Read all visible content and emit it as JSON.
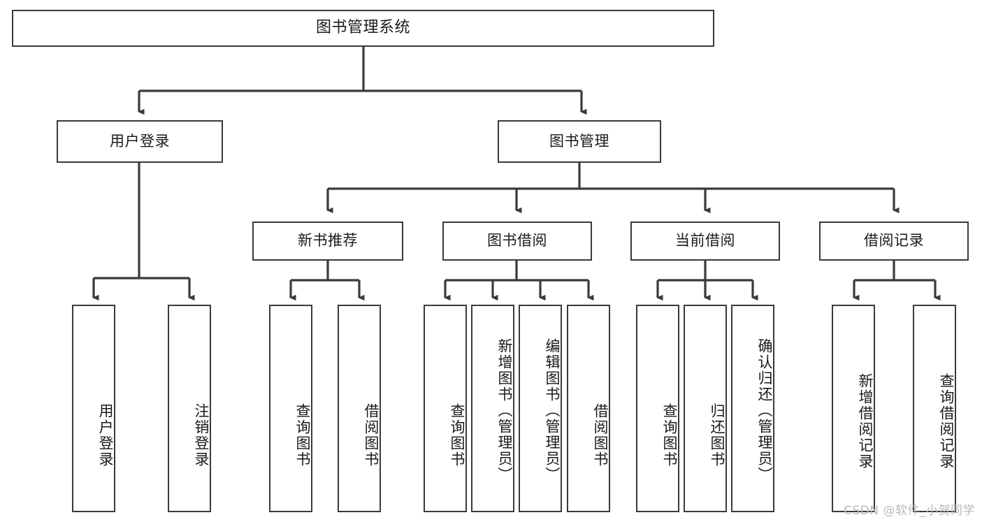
{
  "diagram": {
    "title": "图书管理系统",
    "type": "tree-hierarchy",
    "watermark": "CSDN @软件_小贺同学",
    "colors": {
      "background": "#ffffff",
      "box_border": "#3a3a3a",
      "box_fill": "#ffffff",
      "edge": "#3a3a3a",
      "text": "#1a1a1a",
      "watermark": "#b9b9b9"
    },
    "root": {
      "label": "图书管理系统"
    },
    "level2": [
      {
        "label": "用户登录"
      },
      {
        "label": "图书管理"
      }
    ],
    "level3": [
      {
        "label": "新书推荐"
      },
      {
        "label": "图书借阅"
      },
      {
        "label": "当前借阅"
      },
      {
        "label": "借阅记录"
      }
    ],
    "leaves": {
      "user_login": [
        {
          "label": "用户登录"
        },
        {
          "label": "注销登录"
        }
      ],
      "new_book_recommend": [
        {
          "label": "查询图书"
        },
        {
          "label": "借阅图书"
        }
      ],
      "book_borrow": [
        {
          "label": "查询图书"
        },
        {
          "label": "新增图书（管理员）"
        },
        {
          "label": "编辑图书（管理员）"
        },
        {
          "label": "借阅图书"
        }
      ],
      "current_borrow": [
        {
          "label": "查询图书"
        },
        {
          "label": "归还图书"
        },
        {
          "label": "确认归还（管理员）"
        }
      ],
      "borrow_record": [
        {
          "label": "新增借阅记录"
        },
        {
          "label": "查询借阅记录"
        }
      ]
    }
  }
}
